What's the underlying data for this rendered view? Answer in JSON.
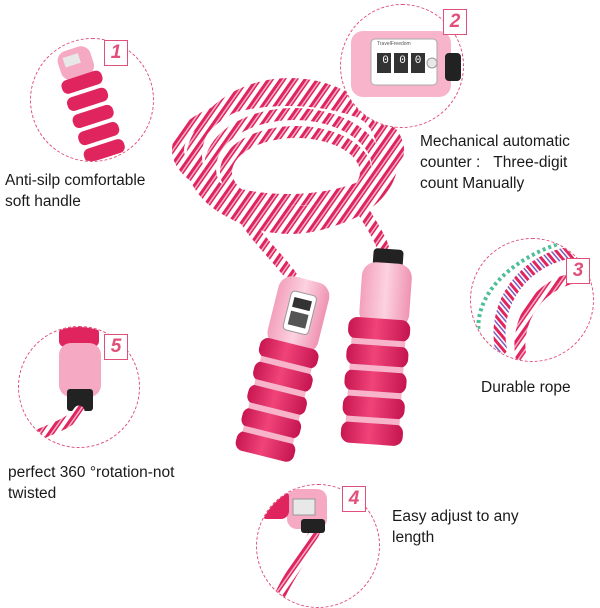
{
  "features": [
    {
      "number": "1",
      "lines": [
        "Anti-silp comfortable",
        "soft handle"
      ],
      "icon": "foam-handle-icon"
    },
    {
      "number": "2",
      "lines": [
        "Mechanical automatic",
        "counter :   Three-digit",
        "count Manually"
      ],
      "icon": "counter-icon"
    },
    {
      "number": "3",
      "lines": [
        "Durable rope"
      ],
      "icon": "rope-icon"
    },
    {
      "number": "4",
      "lines": [
        "Easy adjust to any",
        "length"
      ],
      "icon": "adjust-icon"
    },
    {
      "number": "5",
      "lines": [
        "perfect 360 °rotation-not",
        "twisted"
      ],
      "icon": "rotation-icon"
    }
  ],
  "counter": {
    "digits": [
      "0",
      "0",
      "0"
    ],
    "brand": "TravelFreedom"
  },
  "colors": {
    "accent": "#e0507a",
    "handle_pink": "#f6a9c3",
    "foam_red": "#e0245e",
    "rope_white": "#ffffff"
  }
}
